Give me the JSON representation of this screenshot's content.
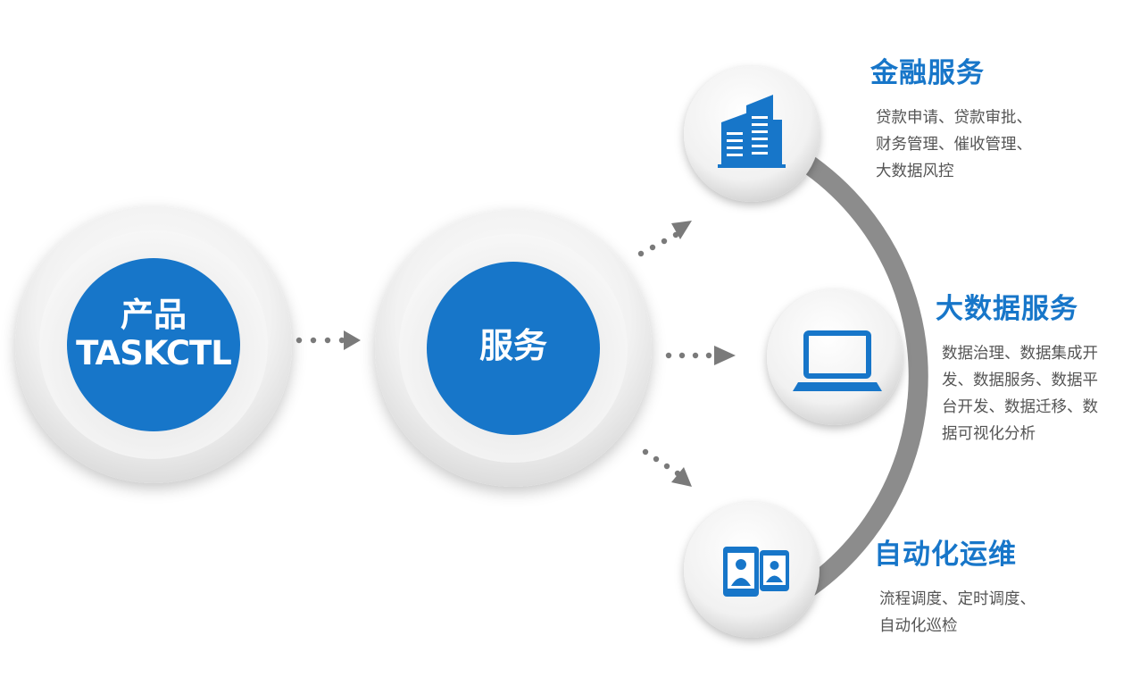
{
  "product": {
    "line1": "产品",
    "line2": "TASKCTL"
  },
  "service": {
    "label": "服务"
  },
  "colors": {
    "accent": "#1776c9",
    "arc": "#8c8c8c",
    "arrow": "#7a7a7a",
    "text": "#555555"
  },
  "branches": [
    {
      "title": "金融服务",
      "icon": "building-icon",
      "lines": [
        "贷款申请、贷款审批、",
        "财务管理、催收管理、",
        "大数据风控"
      ]
    },
    {
      "title": "大数据服务",
      "icon": "laptop-icon",
      "lines": [
        "数据治理、数据集成开",
        "发、数据服务、数据平",
        "台开发、数据迁移、数",
        "据可视化分析"
      ]
    },
    {
      "title": "自动化运维",
      "icon": "mobile-users-icon",
      "lines": [
        "流程调度、定时调度、",
        "自动化巡检"
      ]
    }
  ]
}
